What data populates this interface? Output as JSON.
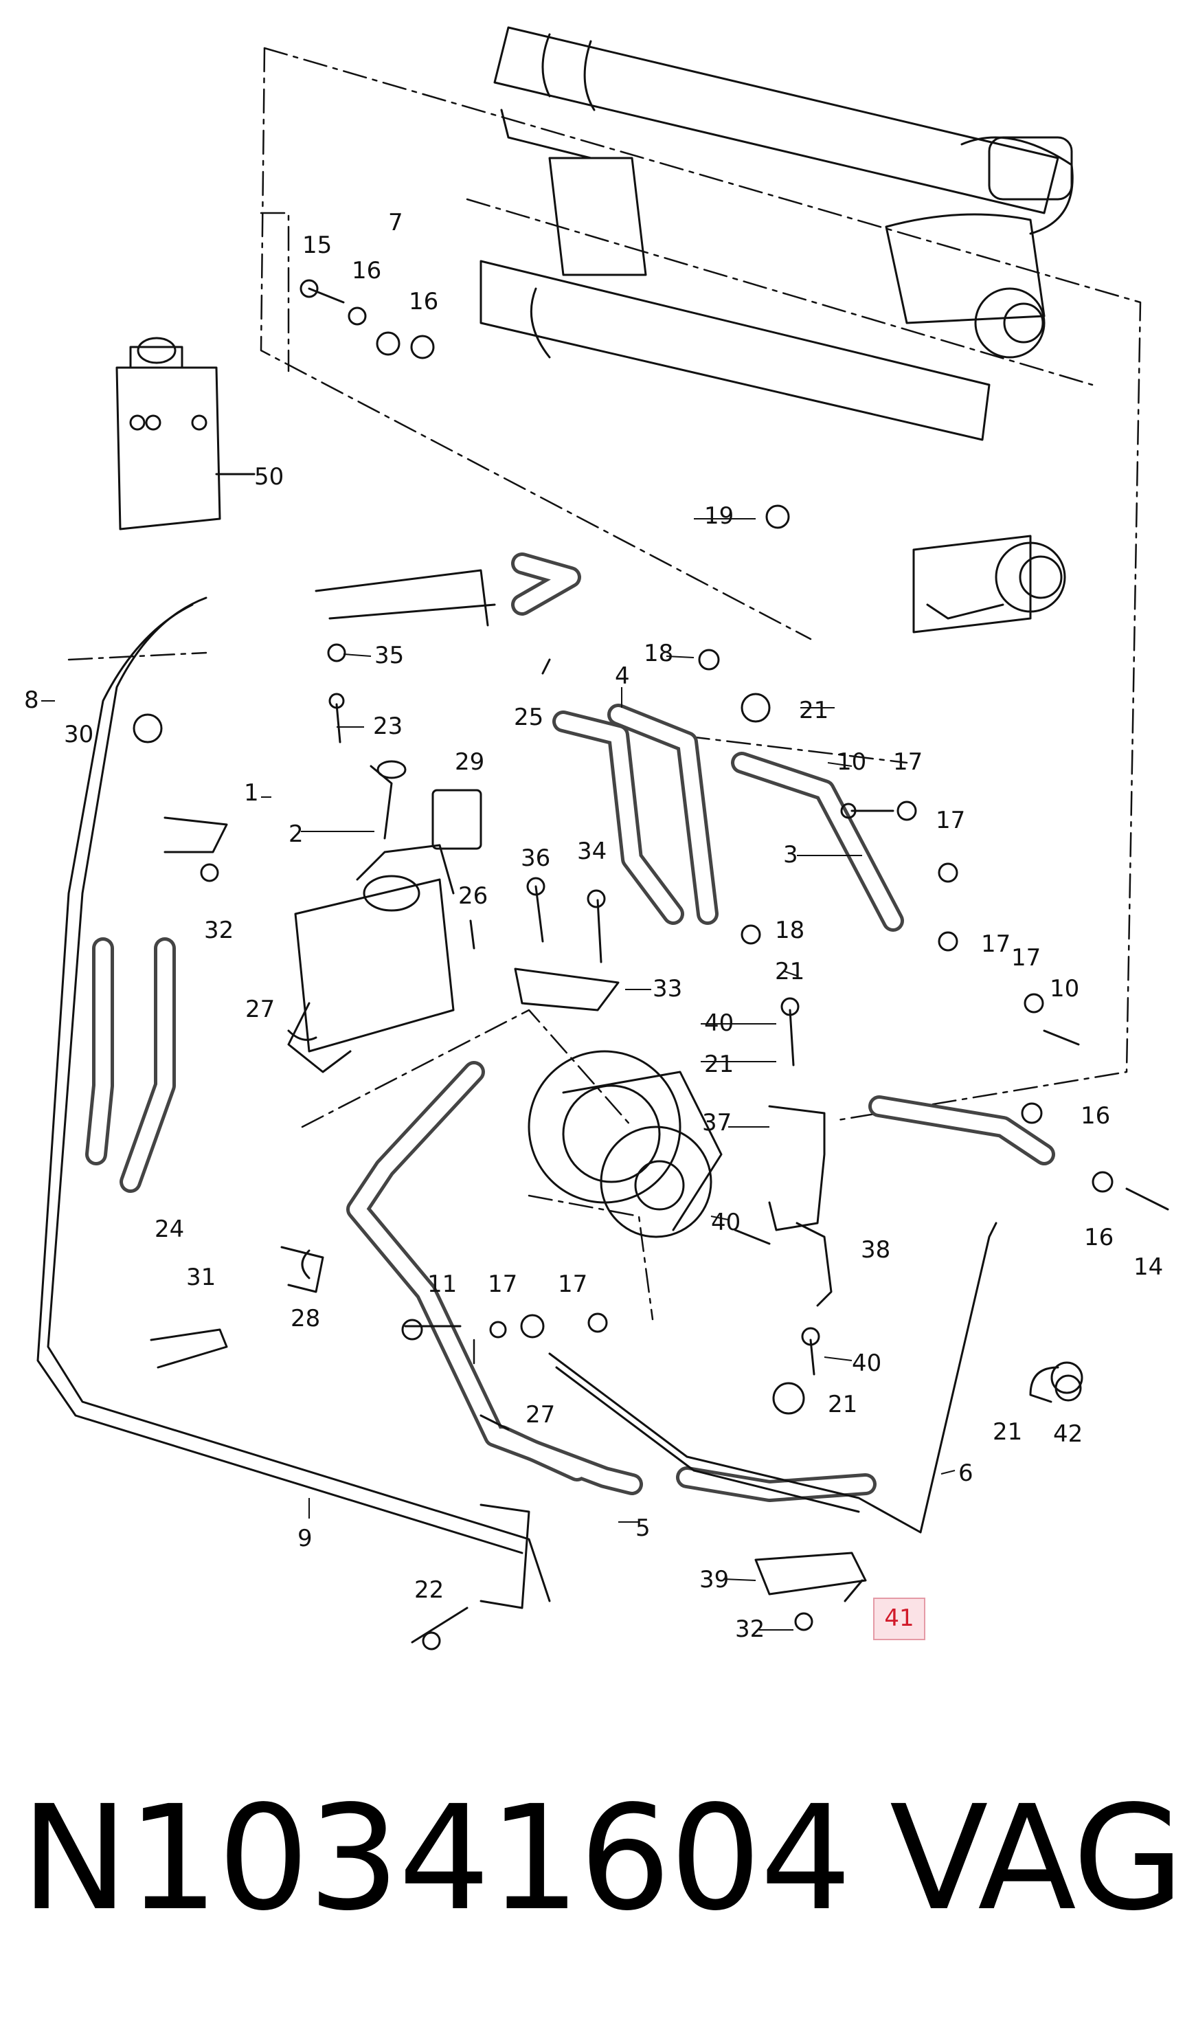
{
  "callouts": [
    "1",
    "2",
    "3",
    "4",
    "5",
    "6",
    "7",
    "8",
    "9",
    "10",
    "10",
    "11",
    "14",
    "15",
    "16",
    "16",
    "16",
    "16",
    "17",
    "17",
    "17",
    "17",
    "17",
    "17",
    "18",
    "18",
    "19",
    "21",
    "21",
    "21",
    "21",
    "21",
    "22",
    "23",
    "24",
    "25",
    "26",
    "27",
    "27",
    "28",
    "29",
    "30",
    "31",
    "32",
    "32",
    "33",
    "34",
    "35",
    "36",
    "37",
    "38",
    "39",
    "40",
    "40",
    "40",
    "42",
    "50"
  ],
  "highlight": {
    "label": "41",
    "border_color": "#e59aa6",
    "fill_color": "#f6bec8",
    "text_color": "#d11a2a"
  },
  "footer": {
    "part_number": "N10341604",
    "brand": "VAG"
  }
}
